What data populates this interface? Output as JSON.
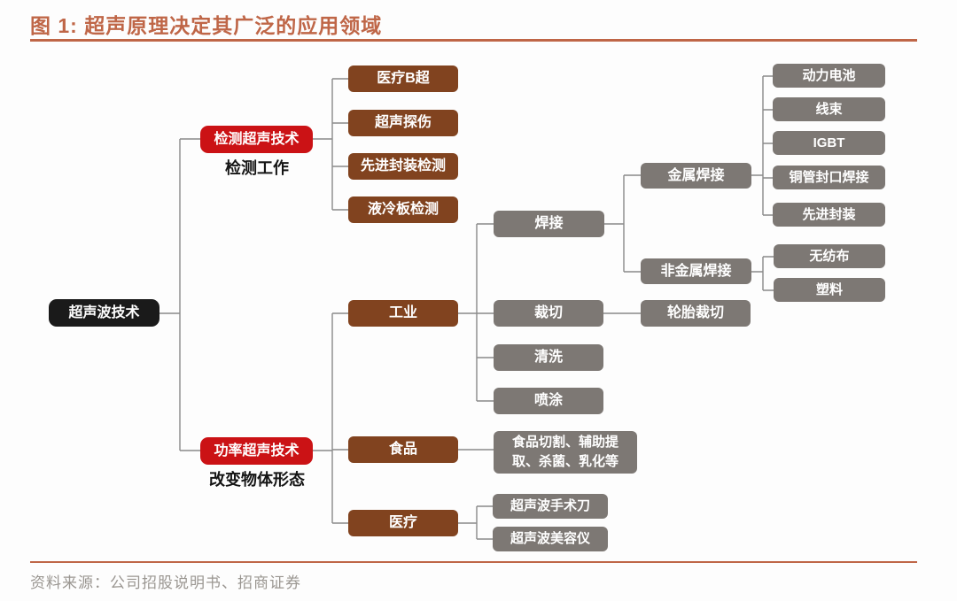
{
  "title": {
    "label": "图 1: 超声原理决定其广泛的应用领域"
  },
  "footer": {
    "source": "资料来源：公司招股说明书、招商证券"
  },
  "colors": {
    "accent": "#bf6647",
    "red_node": "#cb1215",
    "brown_node": "#81431f",
    "gray_node": "#7d7874",
    "black_node": "#1a1a1a",
    "connector": "#8a8a8a",
    "source_text": "#9a9691"
  },
  "tree": {
    "root": {
      "label": "超声波技术"
    },
    "branches": [
      {
        "label": "检测超声技术",
        "note": "检测工作",
        "children": [
          {
            "label": "医疗B超"
          },
          {
            "label": "超声探伤"
          },
          {
            "label": "先进封装检测"
          },
          {
            "label": "液冷板检测"
          }
        ]
      },
      {
        "label": "功率超声技术",
        "note": "改变物体形态",
        "children": [
          {
            "label": "工业",
            "children": [
              {
                "label": "焊接",
                "children": [
                  {
                    "label": "金属焊接",
                    "children": [
                      {
                        "label": "动力电池"
                      },
                      {
                        "label": "线束"
                      },
                      {
                        "label": "IGBT"
                      },
                      {
                        "label": "铜管封口焊接"
                      },
                      {
                        "label": "先进封装"
                      }
                    ]
                  },
                  {
                    "label": "非金属焊接",
                    "children": [
                      {
                        "label": "无纺布"
                      },
                      {
                        "label": "塑料"
                      }
                    ]
                  }
                ]
              },
              {
                "label": "裁切",
                "children": [
                  {
                    "label": "轮胎裁切"
                  }
                ]
              },
              {
                "label": "清洗"
              },
              {
                "label": "喷涂"
              }
            ]
          },
          {
            "label": "食品",
            "children": [
              {
                "label": "食品切割、辅助提取、杀菌、乳化等"
              }
            ]
          },
          {
            "label": "医疗",
            "children": [
              {
                "label": "超声波手术刀"
              },
              {
                "label": "超声波美容仪"
              }
            ]
          }
        ]
      }
    ]
  }
}
